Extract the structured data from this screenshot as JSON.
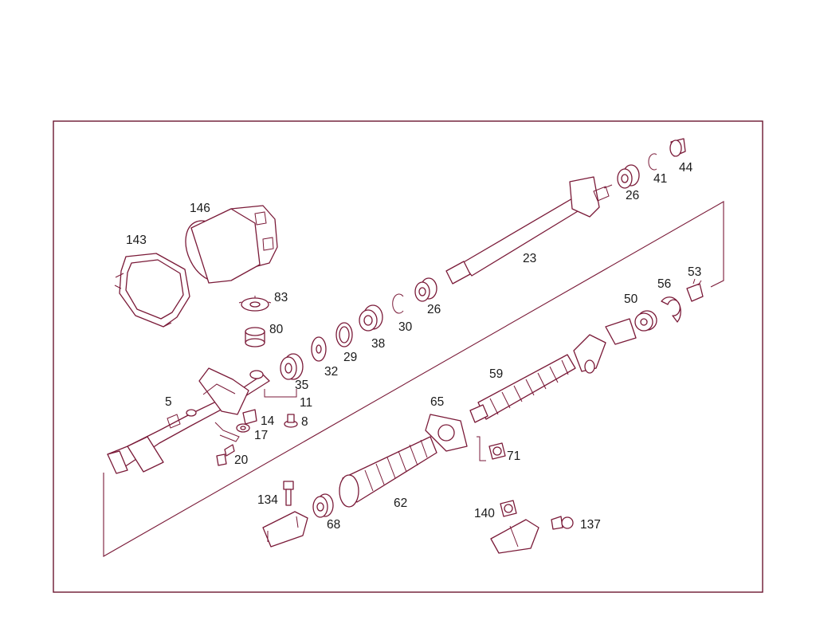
{
  "diagram": {
    "type": "exploded-parts-view",
    "line_color": "#7a1a38",
    "parts": [
      {
        "id": "p143",
        "label": "143",
        "shape": "bezel"
      },
      {
        "id": "p146",
        "label": "146",
        "shape": "cover"
      },
      {
        "id": "p83",
        "label": "83",
        "shape": "washer"
      },
      {
        "id": "p80",
        "label": "80",
        "shape": "nut"
      },
      {
        "id": "p5",
        "label": "5",
        "shape": "column-tube"
      },
      {
        "id": "p35",
        "label": "35",
        "shape": "bearing"
      },
      {
        "id": "p11",
        "label": "11",
        "shape": "bracket"
      },
      {
        "id": "p14",
        "label": "14",
        "shape": "clip"
      },
      {
        "id": "p8",
        "label": "8",
        "shape": "screw"
      },
      {
        "id": "p17",
        "label": "17",
        "shape": "washer"
      },
      {
        "id": "p20",
        "label": "20",
        "shape": "bolt"
      },
      {
        "id": "p32",
        "label": "32",
        "shape": "washer"
      },
      {
        "id": "p29",
        "label": "29",
        "shape": "ring"
      },
      {
        "id": "p38",
        "label": "38",
        "shape": "bearing"
      },
      {
        "id": "p30",
        "label": "30",
        "shape": "snap-ring"
      },
      {
        "id": "p26a",
        "label": "26",
        "shape": "bushing"
      },
      {
        "id": "p23",
        "label": "23",
        "shape": "shaft"
      },
      {
        "id": "p26b",
        "label": "26",
        "shape": "bushing"
      },
      {
        "id": "p41",
        "label": "41",
        "shape": "snap-ring"
      },
      {
        "id": "p44",
        "label": "44",
        "shape": "sleeve"
      },
      {
        "id": "p53",
        "label": "53",
        "shape": "clip"
      },
      {
        "id": "p56",
        "label": "56",
        "shape": "clamp"
      },
      {
        "id": "p50",
        "label": "50",
        "shape": "nut"
      },
      {
        "id": "p59",
        "label": "59",
        "shape": "bellows-joint"
      },
      {
        "id": "p65",
        "label": "65",
        "shape": "gasket"
      },
      {
        "id": "p71",
        "label": "71",
        "shape": "nut"
      },
      {
        "id": "p62",
        "label": "62",
        "shape": "boot"
      },
      {
        "id": "p68",
        "label": "68",
        "shape": "bearing"
      },
      {
        "id": "p134",
        "label": "134",
        "shape": "bolt"
      },
      {
        "id": "p140",
        "label": "140",
        "shape": "nut"
      },
      {
        "id": "p137",
        "label": "137",
        "shape": "bolt"
      }
    ]
  }
}
